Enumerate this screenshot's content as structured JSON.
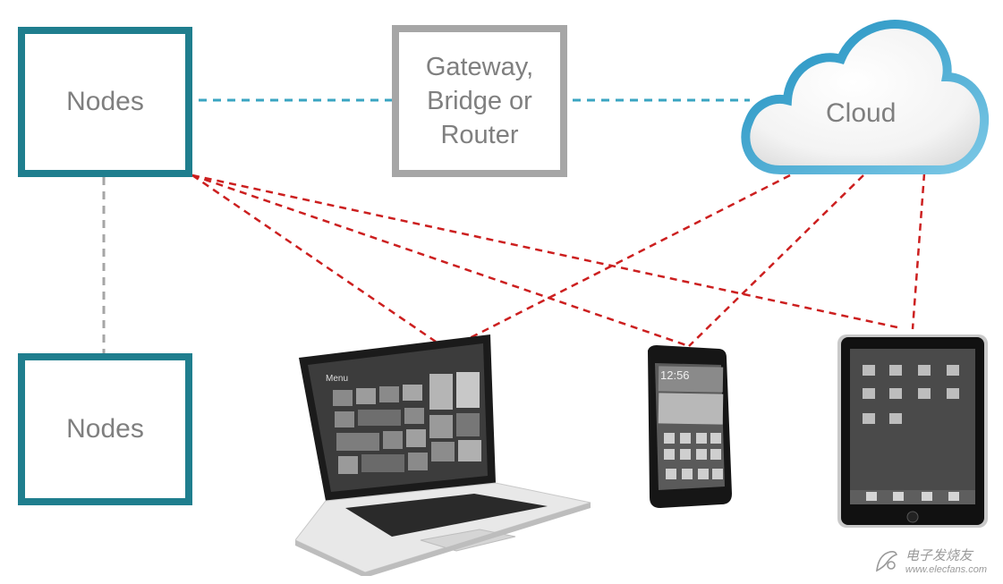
{
  "diagram": {
    "nodes_top": "Nodes",
    "nodes_bottom": "Nodes",
    "gateway": "Gateway,\nBridge or\nRouter",
    "cloud": "Cloud",
    "devices": {
      "laptop_icon": "laptop-icon",
      "phone_icon": "smartphone-icon",
      "tablet_icon": "tablet-icon",
      "laptop_screen_menu": "Menu"
    },
    "phone_clock": "12:56",
    "watermark": {
      "cn": "电子发烧友",
      "url": "www.elecfans.com"
    },
    "colors": {
      "node_border": "#1f7e8e",
      "gateway_border": "#a6a6a6",
      "link_teal": "#3aa5c2",
      "link_grey": "#a6a6a6",
      "link_red": "#cc1f1f",
      "cloud_edge": "#2a9bc7"
    }
  }
}
